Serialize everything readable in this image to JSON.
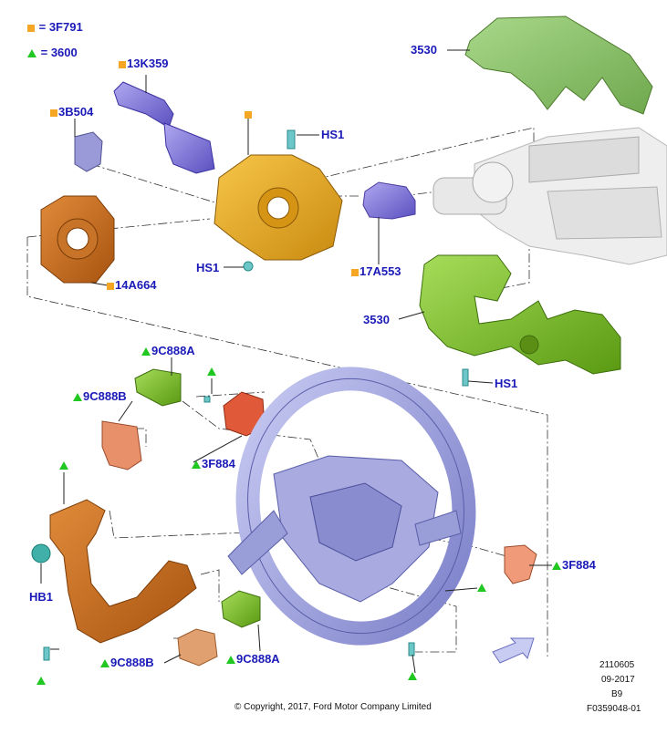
{
  "legend": [
    {
      "marker": "square",
      "eq": "= 3F791"
    },
    {
      "marker": "triangle",
      "eq": "= 3600"
    }
  ],
  "labels": {
    "p3530_top": "3530",
    "p13K359": "13K359",
    "p3B504": "3B504",
    "hs1_a": "HS1",
    "hs1_b": "HS1",
    "p17A553": "17A553",
    "p14A664": "14A664",
    "p3530_bottom": "3530",
    "hs1_c": "HS1",
    "p9C888A_top": "9C888A",
    "p9C888B_top": "9C888B",
    "p3F884_left": "3F884",
    "p3F884_right": "3F884",
    "hb1": "HB1",
    "p9C888B_bottom": "9C888B",
    "p9C888A_bottom": "9C888A"
  },
  "footer": {
    "ref1": "2110605",
    "date": "09-2017",
    "ref2": "B9",
    "fig": "F0359048-01",
    "copyright": "© Copyright, 2017, Ford Motor Company Limited"
  },
  "colors": {
    "label_blue": "#1a1ab8",
    "square_marker": "#f5a623",
    "triangle_marker": "#22c822",
    "clockspring": "#e6a21e",
    "shroud_green": "#7cbf2e",
    "wheel": "#9a9ee0"
  }
}
